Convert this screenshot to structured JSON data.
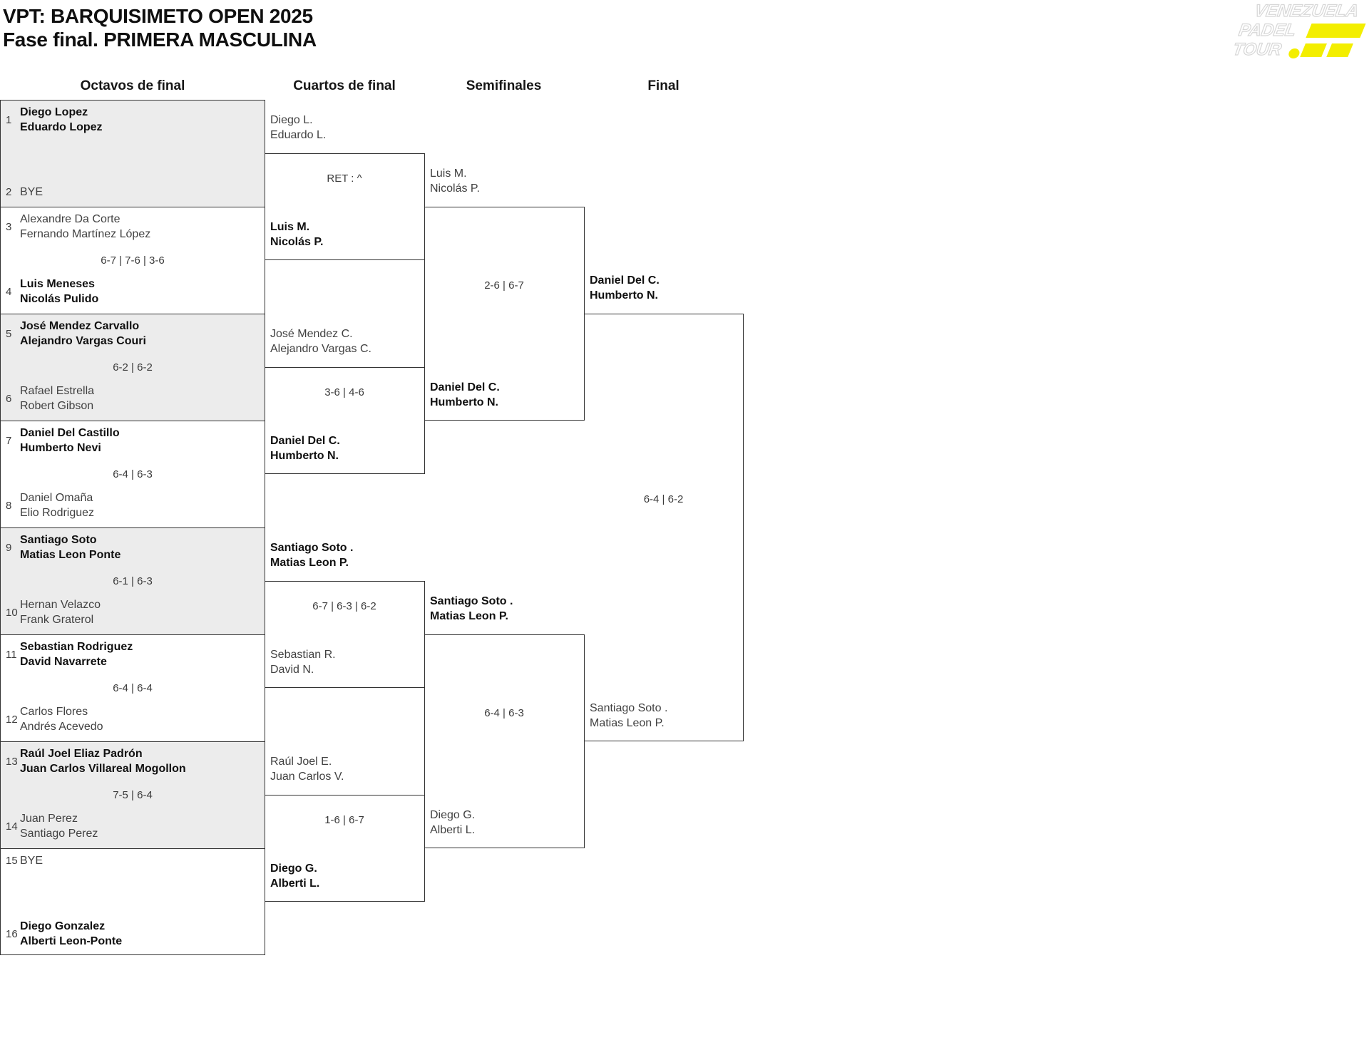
{
  "header": {
    "title": "VPT: BARQUISIMETO OPEN 2025",
    "subtitle": "Fase final. PRIMERA MASCULINA"
  },
  "logo": {
    "line1": "VENEZUELA",
    "line2": "PADEL",
    "line3": "TOUR",
    "accent_color": "#f3ee00"
  },
  "rounds": [
    {
      "label": "Octavos de final"
    },
    {
      "label": "Cuartos de final"
    },
    {
      "label": "Semifinales"
    },
    {
      "label": "Final"
    }
  ],
  "colors": {
    "shaded_box": "#ececec",
    "line": "#333333",
    "winner_text": "#101010",
    "regular_text": "#414141"
  },
  "octavos": [
    {
      "top": {
        "seed": "1",
        "names": [
          "Diego Lopez",
          "Eduardo Lopez"
        ],
        "bold": true
      },
      "score": "",
      "bottom": {
        "seed": "2",
        "names": [
          "BYE"
        ],
        "bold": false
      }
    },
    {
      "top": {
        "seed": "3",
        "names": [
          "Alexandre Da Corte",
          "Fernando Martínez López"
        ],
        "bold": false
      },
      "score": "6-7 | 7-6 | 3-6",
      "bottom": {
        "seed": "4",
        "names": [
          "Luis Meneses",
          "Nicolás Pulido"
        ],
        "bold": true
      }
    },
    {
      "top": {
        "seed": "5",
        "names": [
          "José Mendez Carvallo",
          "Alejandro Vargas Couri"
        ],
        "bold": true
      },
      "score": "6-2 | 6-2",
      "bottom": {
        "seed": "6",
        "names": [
          "Rafael Estrella",
          "Robert Gibson"
        ],
        "bold": false
      }
    },
    {
      "top": {
        "seed": "7",
        "names": [
          "Daniel Del Castillo",
          "Humberto Nevi"
        ],
        "bold": true
      },
      "score": "6-4 | 6-3",
      "bottom": {
        "seed": "8",
        "names": [
          "Daniel Omaña",
          "Elio Rodriguez"
        ],
        "bold": false
      }
    },
    {
      "top": {
        "seed": "9",
        "names": [
          "Santiago Soto",
          "Matias Leon Ponte"
        ],
        "bold": true
      },
      "score": "6-1 | 6-3",
      "bottom": {
        "seed": "10",
        "names": [
          "Hernan Velazco",
          "Frank Graterol"
        ],
        "bold": false
      }
    },
    {
      "top": {
        "seed": "11",
        "names": [
          "Sebastian Rodriguez",
          "David Navarrete"
        ],
        "bold": true
      },
      "score": "6-4 | 6-4",
      "bottom": {
        "seed": "12",
        "names": [
          "Carlos Flores",
          "Andrés Acevedo"
        ],
        "bold": false
      }
    },
    {
      "top": {
        "seed": "13",
        "names": [
          "Raúl Joel Eliaz Padrón",
          "Juan Carlos Villareal Mogollon"
        ],
        "bold": true
      },
      "score": "7-5 | 6-4",
      "bottom": {
        "seed": "14",
        "names": [
          "Juan Perez",
          "Santiago Perez"
        ],
        "bold": false
      }
    },
    {
      "top": {
        "seed": "15",
        "names": [
          "BYE"
        ],
        "bold": false
      },
      "score": "",
      "bottom": {
        "seed": "16",
        "names": [
          "Diego Gonzalez",
          "Alberti Leon-Ponte"
        ],
        "bold": true
      }
    }
  ],
  "cuartos": [
    {
      "top": {
        "names": [
          "Diego L.",
          "Eduardo L."
        ],
        "bold": false
      },
      "score": "RET : ^",
      "bottom": {
        "names": [
          "Luis M.",
          "Nicolás P."
        ],
        "bold": true
      }
    },
    {
      "top": {
        "names": [
          "José Mendez C.",
          "Alejandro Vargas C."
        ],
        "bold": false
      },
      "score": "3-6 | 4-6",
      "bottom": {
        "names": [
          "Daniel Del C.",
          "Humberto N."
        ],
        "bold": true
      }
    },
    {
      "top": {
        "names": [
          "Santiago Soto .",
          "Matias Leon P."
        ],
        "bold": true
      },
      "score": "6-7 | 6-3 | 6-2",
      "bottom": {
        "names": [
          "Sebastian R.",
          "David N."
        ],
        "bold": false
      }
    },
    {
      "top": {
        "names": [
          "Raúl Joel E.",
          "Juan Carlos V."
        ],
        "bold": false
      },
      "score": "1-6 | 6-7",
      "bottom": {
        "names": [
          "Diego G.",
          "Alberti L."
        ],
        "bold": true
      }
    }
  ],
  "semifinales": [
    {
      "top": {
        "names": [
          "Luis M.",
          "Nicolás P."
        ],
        "bold": false
      },
      "score": "2-6 | 6-7",
      "bottom": {
        "names": [
          "Daniel Del C.",
          "Humberto N."
        ],
        "bold": true
      }
    },
    {
      "top": {
        "names": [
          "Santiago Soto .",
          "Matias Leon P."
        ],
        "bold": true
      },
      "score": "6-4 | 6-3",
      "bottom": {
        "names": [
          "Diego G.",
          "Alberti L."
        ],
        "bold": false
      }
    }
  ],
  "final": {
    "top": {
      "names": [
        "Daniel Del C.",
        "Humberto N."
      ],
      "bold": true
    },
    "score": "6-4 | 6-2",
    "bottom": {
      "names": [
        "Santiago Soto .",
        "Matias Leon P."
      ],
      "bold": false
    }
  }
}
